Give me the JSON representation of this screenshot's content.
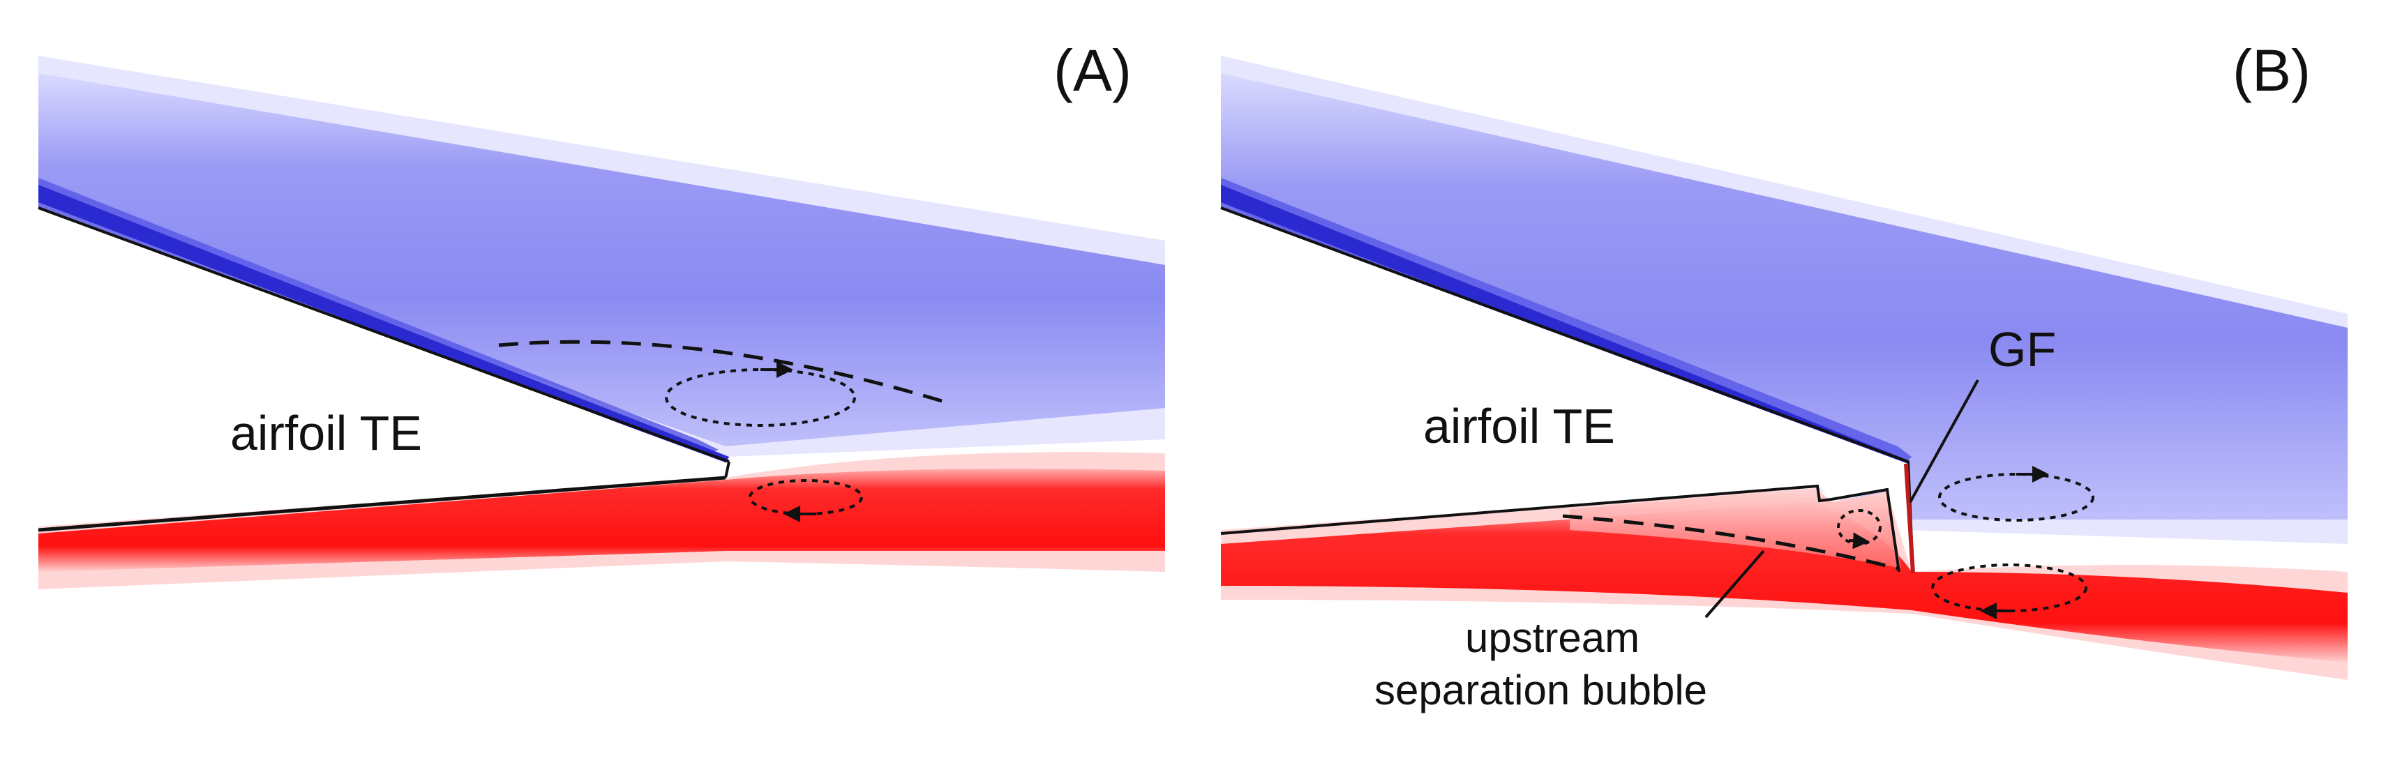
{
  "panels": [
    {
      "id": "A",
      "label": "(A)",
      "annotation": "airfoil TE"
    },
    {
      "id": "B",
      "label": "(B)",
      "annotation": "airfoil TE",
      "gf_label": "GF",
      "bubble_label_line1": "upstream",
      "bubble_label_line2": "separation bubble"
    }
  ],
  "colors": {
    "upper_shear_layer": "#6a6af0",
    "upper_shear_layer_light": "#c8c8ff",
    "lower_shear_layer": "#ff1414",
    "lower_shear_layer_light": "#ffc8c8",
    "surface_edge_upper": "#1a1aa0",
    "surface_edge_lower": "#111111"
  }
}
